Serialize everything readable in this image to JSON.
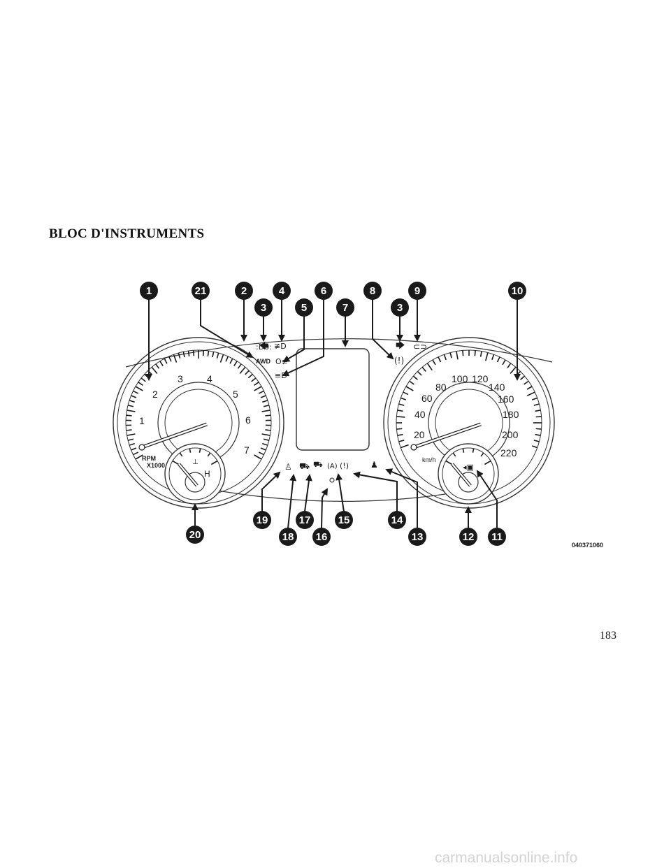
{
  "page": {
    "title": "BLOC D'INSTRUMENTS",
    "page_number": "183",
    "watermark": "carmanualsonline.info"
  },
  "figure": {
    "code": "040371060",
    "tachometer": {
      "numbers": [
        "1",
        "2",
        "3",
        "4",
        "5",
        "6",
        "7"
      ],
      "label": "RPM",
      "multiplier": "X1000"
    },
    "temperature_gauge": {
      "hot_label": "H"
    },
    "speedometer": {
      "numbers": [
        "20",
        "40",
        "60",
        "80",
        "100",
        "120",
        "140",
        "160",
        "180",
        "200",
        "220"
      ],
      "unit": "km/h"
    },
    "awd_label": "AWD",
    "callouts": [
      {
        "number": "1"
      },
      {
        "number": "21"
      },
      {
        "number": "2"
      },
      {
        "number": "3"
      },
      {
        "number": "4"
      },
      {
        "number": "5"
      },
      {
        "number": "6"
      },
      {
        "number": "7"
      },
      {
        "number": "8"
      },
      {
        "number": "3"
      },
      {
        "number": "9"
      },
      {
        "number": "10"
      },
      {
        "number": "20"
      },
      {
        "number": "19"
      },
      {
        "number": "18"
      },
      {
        "number": "17"
      },
      {
        "number": "16"
      },
      {
        "number": "15"
      },
      {
        "number": "13"
      },
      {
        "number": "14"
      },
      {
        "number": "12"
      },
      {
        "number": "11"
      }
    ]
  }
}
